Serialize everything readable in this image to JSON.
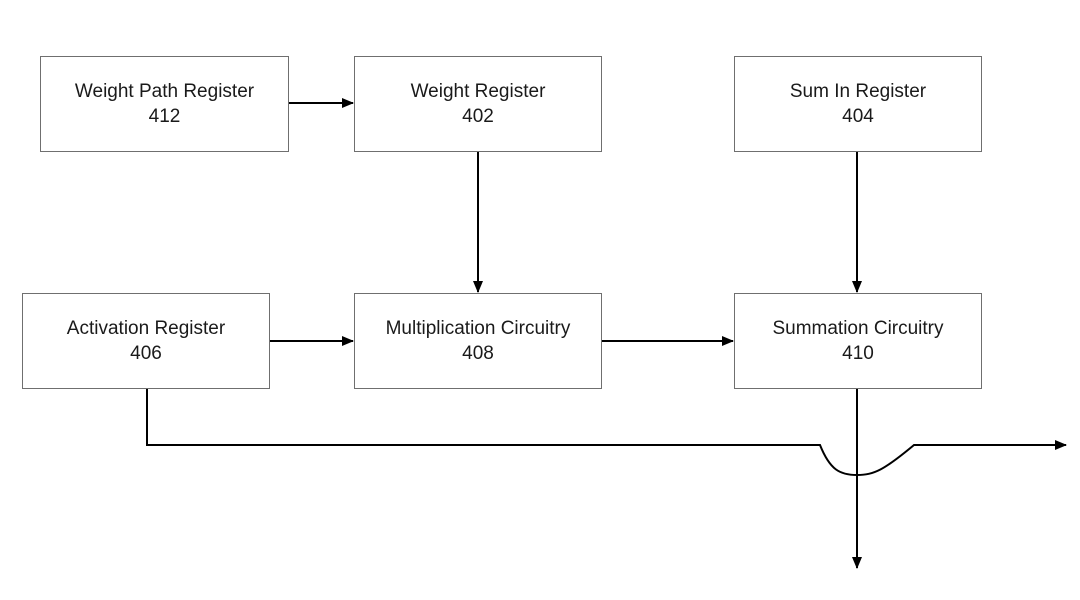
{
  "blocks": {
    "weight_path_register": {
      "label": "Weight Path Register",
      "number": "412"
    },
    "weight_register": {
      "label": "Weight Register",
      "number": "402"
    },
    "sum_in_register": {
      "label": "Sum In Register",
      "number": "404"
    },
    "activation_register": {
      "label": "Activation Register",
      "number": "406"
    },
    "multiplication_circuitry": {
      "label": "Multiplication Circuitry",
      "number": "408"
    },
    "summation_circuitry": {
      "label": "Summation Circuitry",
      "number": "410"
    }
  },
  "connections": [
    {
      "from": "weight_path_register",
      "to": "weight_register"
    },
    {
      "from": "weight_register",
      "to": "multiplication_circuitry"
    },
    {
      "from": "sum_in_register",
      "to": "summation_circuitry"
    },
    {
      "from": "activation_register",
      "to": "multiplication_circuitry"
    },
    {
      "from": "multiplication_circuitry",
      "to": "summation_circuitry"
    },
    {
      "from": "activation_register",
      "to": "output-right"
    },
    {
      "from": "summation_circuitry",
      "to": "output-down"
    }
  ],
  "colors": {
    "line": "#000000",
    "border": "#6f6f6f",
    "text": "#1a1a1a"
  }
}
